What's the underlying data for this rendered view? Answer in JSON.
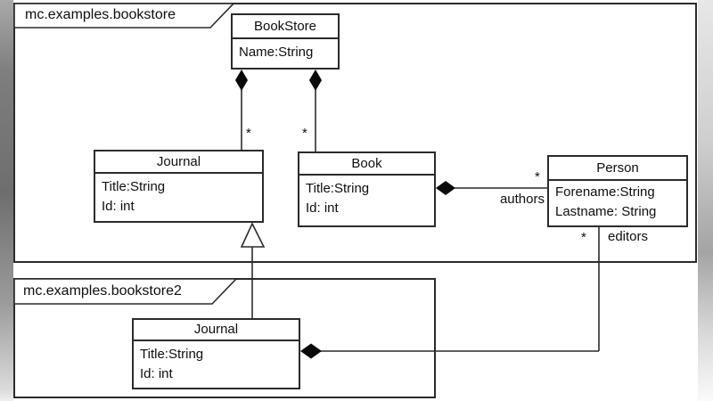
{
  "diagram": {
    "packages": {
      "bookstore": {
        "name": "mc.examples.bookstore"
      },
      "bookstore2": {
        "name": "mc.examples.bookstore2"
      }
    },
    "classes": {
      "bookStore": {
        "title": "BookStore",
        "attributes": [
          "Name:String"
        ]
      },
      "journal1": {
        "title": "Journal",
        "attributes": [
          "Title:String",
          "Id: int"
        ]
      },
      "book": {
        "title": "Book",
        "attributes": [
          "Title:String",
          "Id: int"
        ]
      },
      "person": {
        "title": "Person",
        "attributes": [
          "Forename:String",
          "Lastname: String"
        ]
      },
      "journal2": {
        "title": "Journal",
        "attributes": [
          "Title:String",
          "Id: int"
        ]
      }
    },
    "associations": {
      "bookstore_journal": {
        "multiplicity": "*"
      },
      "bookstore_book": {
        "multiplicity": "*"
      },
      "book_person": {
        "name": "authors",
        "multiplicity": "*"
      },
      "journal2_person": {
        "name": "editors",
        "multiplicity": "*"
      }
    },
    "colors": {
      "line": "#2b2b2b",
      "diamond_fill": "#0a0a0a",
      "background": "#ffffff"
    }
  }
}
